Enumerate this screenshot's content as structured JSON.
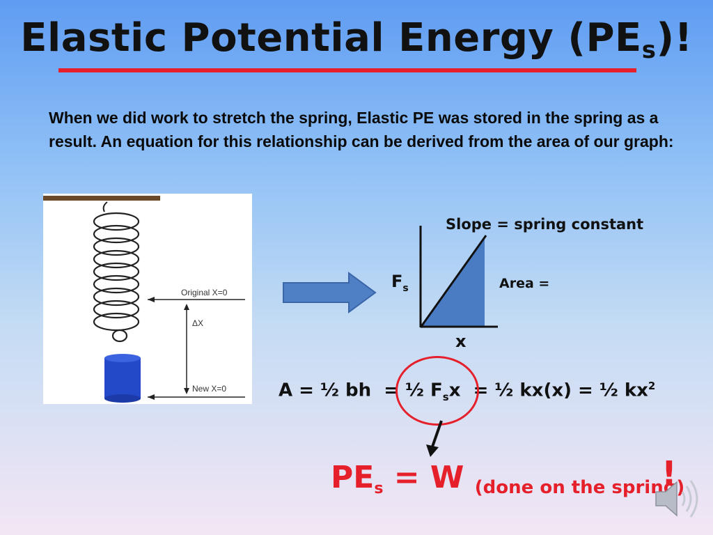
{
  "slide": {
    "title_main": "Elastic Potential Energy (PE",
    "title_sub": "s",
    "title_end": ")!",
    "intro": "When we did work to stretch the spring, Elastic PE was stored in the spring as a result.  An equation for this relationship can be derived from the area of our graph:",
    "figure": {
      "original_label": "Original X=0",
      "delta_label": "ΔX",
      "new_label": "New X=0"
    },
    "graph": {
      "slope_label": "Slope = spring constant",
      "area_label": "Area =",
      "y_label_main": "F",
      "y_label_sub": "s",
      "x_label": "x"
    },
    "equation": {
      "part1": "A = ½ bh  = ½ F",
      "sub_s": "s",
      "part2": "x  = ½ kx(x) = ½ kx",
      "sup_2": "2"
    },
    "result": {
      "main": "PE",
      "sub": "s",
      "eq": " = W ",
      "paren": "(done on the spring)",
      "bang": "!"
    }
  },
  "colors": {
    "accent_red": "#e5202b",
    "arrow_blue": "#4f7fc4",
    "graph_fill": "#4a7cc4",
    "weight_blue": "#2348c8"
  }
}
